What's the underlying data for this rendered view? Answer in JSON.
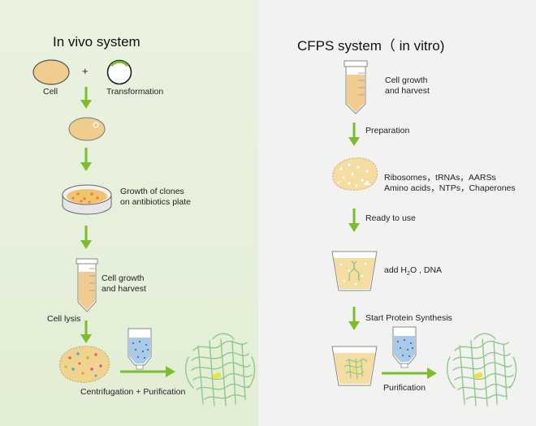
{
  "colors": {
    "left_bg": "#e7f1dc",
    "right_bg": "#f2f2f0",
    "arrow": "#7cbd2e",
    "cell_fill": "#f0cc8f",
    "cell_stroke": "#c79a55",
    "liquid_blue": "#a9cbe8",
    "protein": "#8dc98a"
  },
  "left": {
    "title": "In vivo system",
    "plus": "+",
    "cell_label": "Cell",
    "transformation_label": "Transformation",
    "growth_clones_label": "Growth of clones\non antibiotics plate",
    "cell_growth_label": "Cell growth\nand harvest",
    "cell_lysis_label": "Cell lysis",
    "purification_label": "Centrifugation + Purification"
  },
  "right": {
    "title": "CFPS system（ in vitro)",
    "cell_growth_label": "Cell growth\nand harvest",
    "preparation_label": "Preparation",
    "extract_components_label": "Ribosomes，tRNAs，AARSs\nAmino acids，NTPs，Chaperones",
    "ready_label": "Ready to use",
    "add_prefix": "add H",
    "add_sub": "2",
    "add_suffix": "O , DNA",
    "synthesis_label": "Start Protein Synthesis",
    "purification_label": "Purification"
  }
}
